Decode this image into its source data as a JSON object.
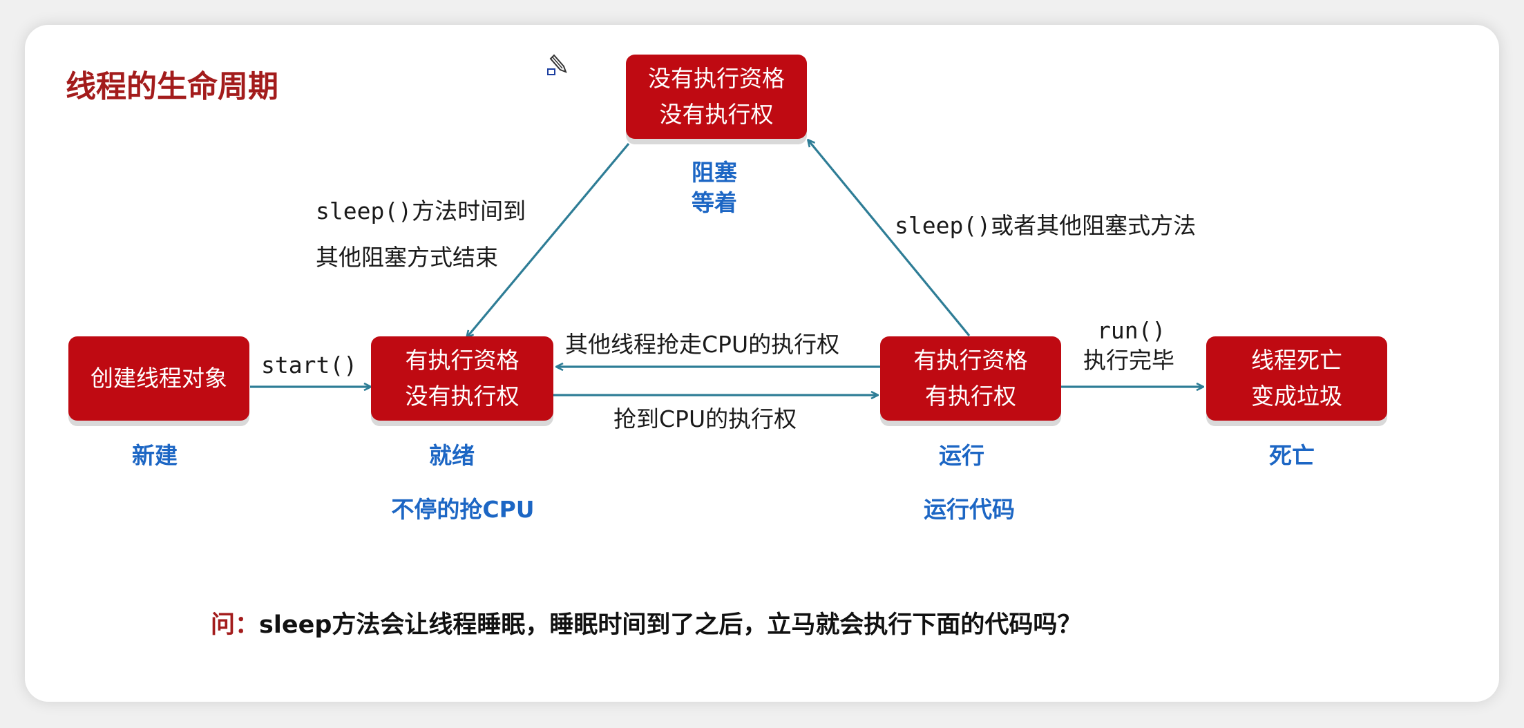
{
  "title": "线程的生命周期",
  "states": {
    "new": {
      "lines": [
        "创建线程对象"
      ],
      "name": "新建"
    },
    "ready": {
      "lines": [
        "有执行资格",
        "没有执行权"
      ],
      "name": "就绪",
      "note": "不停的抢CPU"
    },
    "running": {
      "lines": [
        "有执行资格",
        "有执行权"
      ],
      "name": "运行",
      "note": "运行代码"
    },
    "blocked": {
      "lines": [
        "没有执行资格",
        "没有执行权"
      ],
      "name_lines": [
        "阻塞",
        "等着"
      ]
    },
    "dead": {
      "lines": [
        "线程死亡",
        "变成垃圾"
      ],
      "name": "死亡"
    }
  },
  "transitions": {
    "start": "start()",
    "preempted": "其他线程抢走CPU的执行权",
    "got_cpu": "抢到CPU的执行权",
    "run_done_1": "run()",
    "run_done_2": "执行完毕",
    "to_blocked": "sleep()或者其他阻塞式方法",
    "from_blocked_1": "sleep()方法时间到",
    "from_blocked_2": "其他阻塞方式结束"
  },
  "question": {
    "prefix": "问：",
    "text": "sleep方法会让线程睡眠，睡眠时间到了之后，立马就会执行下面的代码吗？"
  },
  "colors": {
    "box": "#bf0a12",
    "state_name": "#1c66c4",
    "arrow": "#2e7d96",
    "title": "#a31c1c"
  },
  "icons": {
    "cursor": "pen-cursor-icon"
  }
}
